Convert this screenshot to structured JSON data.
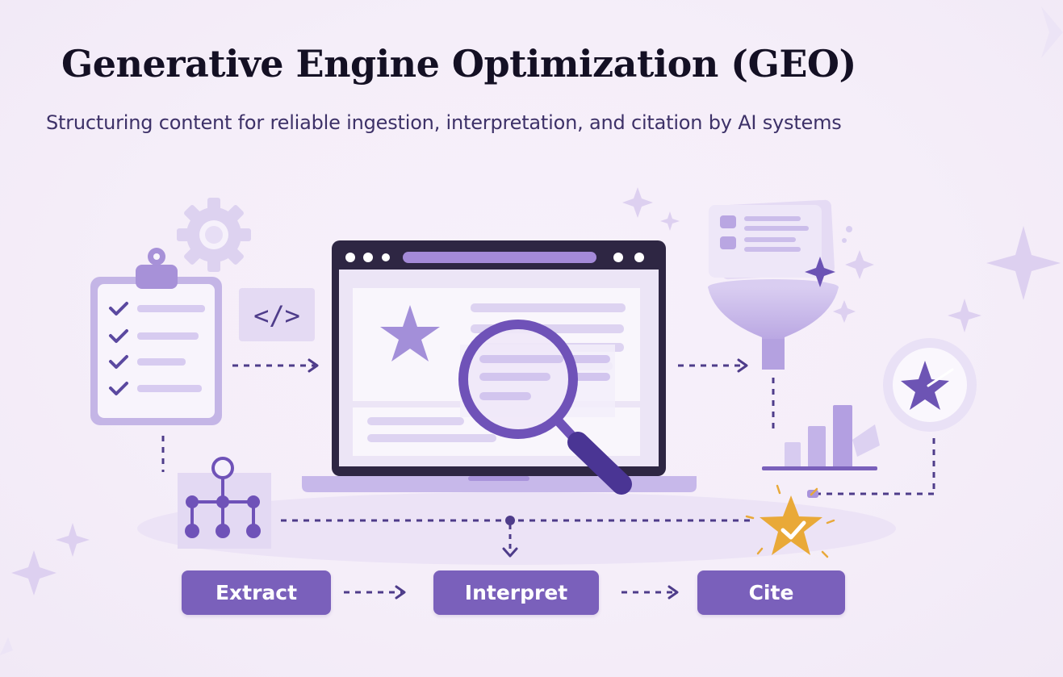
{
  "header": {
    "title": "Generative Engine Optimization (GEO)",
    "subtitle": "Structuring content for reliable ingestion, interpretation, and citation by AI systems"
  },
  "code_tag": {
    "text": "</>"
  },
  "steps": [
    {
      "label": "Extract"
    },
    {
      "label": "Interpret"
    },
    {
      "label": "Cite"
    }
  ],
  "colors": {
    "primary": "#7a60bb",
    "dark": "#2e2643",
    "light": "#c9bbe9",
    "accent": "#e8a93a",
    "background": "#f5eef9"
  },
  "icons": [
    "clipboard-checklist-icon",
    "gear-icon",
    "code-icon",
    "laptop-icon",
    "magnifier-icon",
    "hierarchy-icon",
    "funnel-icon",
    "document-cards-icon",
    "bar-chart-icon",
    "star-badge-icon",
    "gold-star-check-icon",
    "sparkle-icon"
  ]
}
